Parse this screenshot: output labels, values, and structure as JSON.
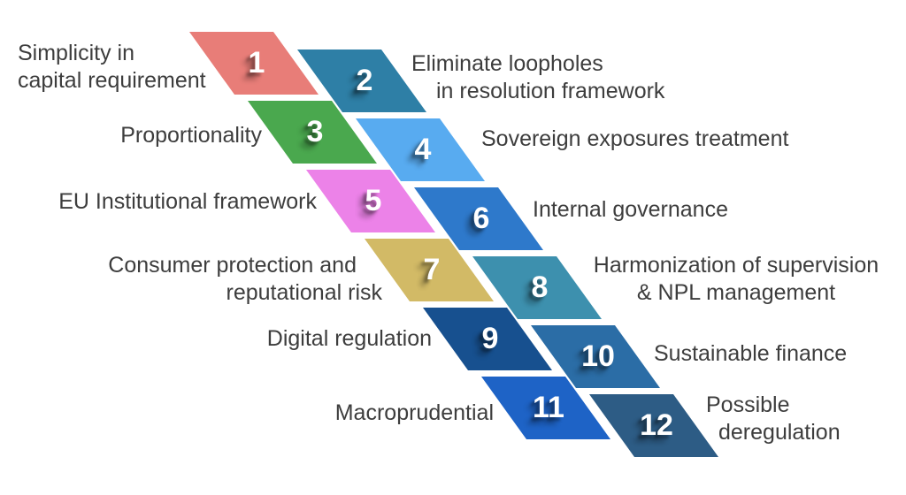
{
  "diagram": {
    "title": "EU banking regulation priorities diagram",
    "background_color": "#ffffff",
    "label_text_color": "#3d3d3d",
    "number_text_color": "#ffffff",
    "items": [
      {
        "number": "1",
        "label_lines": [
          "Simplicity in",
          "capital requirement"
        ],
        "color": "#e87d78",
        "side": "left"
      },
      {
        "number": "2",
        "label_lines": [
          "Eliminate loopholes",
          "in resolution framework"
        ],
        "color": "#2e7fa6",
        "side": "right"
      },
      {
        "number": "3",
        "label_lines": [
          "Proportionality"
        ],
        "color": "#4aa84e",
        "side": "left"
      },
      {
        "number": "4",
        "label_lines": [
          "Sovereign exposures treatment"
        ],
        "color": "#58abf0",
        "side": "right"
      },
      {
        "number": "5",
        "label_lines": [
          "EU Institutional framework"
        ],
        "color": "#ec82e8",
        "side": "left"
      },
      {
        "number": "6",
        "label_lines": [
          "Internal governance"
        ],
        "color": "#2e79cb",
        "side": "right"
      },
      {
        "number": "7",
        "label_lines": [
          "Consumer protection and",
          "reputational risk"
        ],
        "color": "#d2ba66",
        "side": "left"
      },
      {
        "number": "8",
        "label_lines": [
          "Harmonization of supervision",
          "& NPL management"
        ],
        "color": "#3d90ae",
        "side": "right"
      },
      {
        "number": "9",
        "label_lines": [
          "Digital regulation"
        ],
        "color": "#17508f",
        "side": "left"
      },
      {
        "number": "10",
        "label_lines": [
          "Sustainable finance"
        ],
        "color": "#2b6da6",
        "side": "right"
      },
      {
        "number": "11",
        "label_lines": [
          "Macroprudential"
        ],
        "color": "#1e63c6",
        "side": "left"
      },
      {
        "number": "12",
        "label_lines": [
          "Possible",
          "deregulation"
        ],
        "color": "#2d5c85",
        "side": "right"
      }
    ]
  }
}
